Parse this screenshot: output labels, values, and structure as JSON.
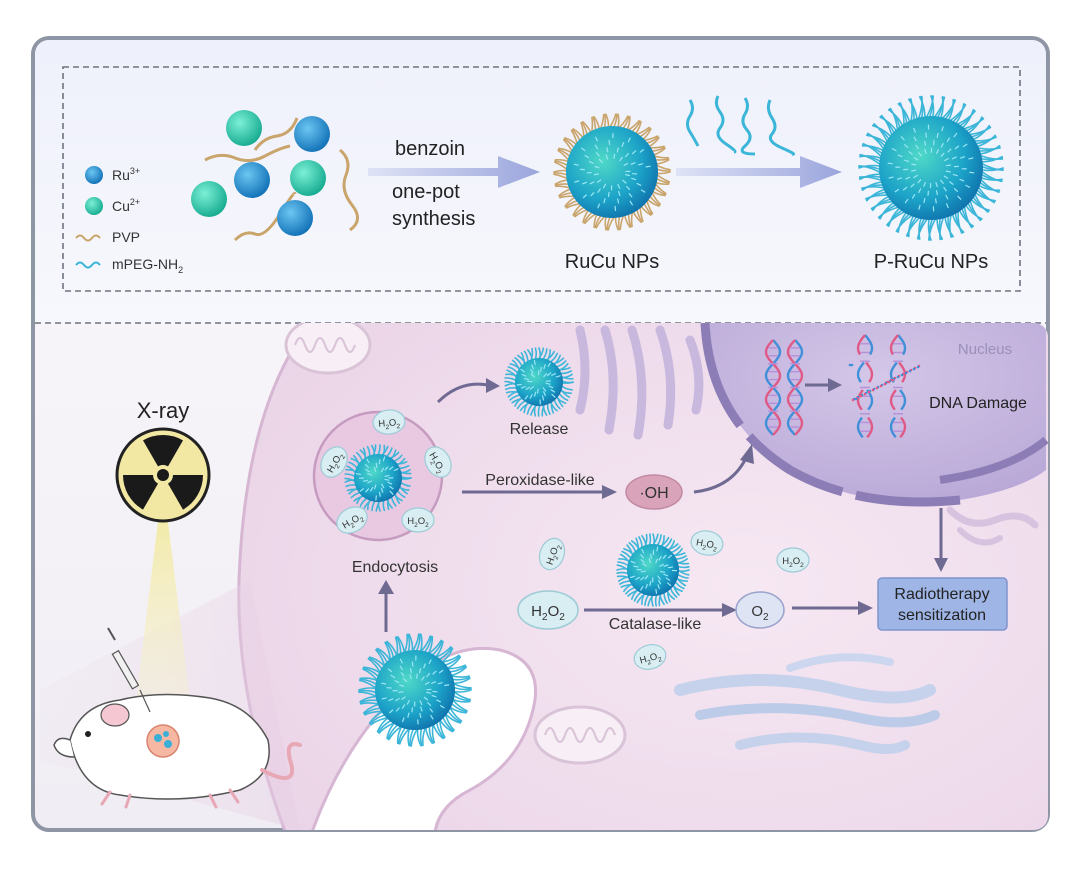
{
  "legend": {
    "ru": {
      "base": "Ru",
      "sup": "3+"
    },
    "cu": {
      "base": "Cu",
      "sup": "2+"
    },
    "pvp": "PVP",
    "mpeg": {
      "base": "mPEG-NH",
      "sub": "2"
    }
  },
  "synthesis": {
    "arrow_label_top": "benzoin",
    "arrow_label_bottom_1": "one-pot",
    "arrow_label_bottom_2": "synthesis",
    "product_1": "RuCu NPs",
    "product_2": "P-RuCu NPs"
  },
  "left": {
    "xray_label": "X-ray"
  },
  "cell": {
    "nucleus_label": "Nucleus",
    "dna_damage": "DNA Damage",
    "release": "Release",
    "endocytosis": "Endocytosis",
    "peroxidase": "Peroxidase-like",
    "oh": "·OH",
    "catalase": "Catalase-like",
    "h2o2": {
      "base": "H",
      "sub1": "2",
      "mid": "O",
      "sub2": "2"
    },
    "o2": {
      "base": "O",
      "sub": "2"
    },
    "radio_line1": "Radiotherapy",
    "radio_line2": "sensitization"
  },
  "colors": {
    "ru": "#1e8fd0",
    "cu": "#22c7a9",
    "pvp": "#c9a46b",
    "peg": "#3cb6d8",
    "arrow": "#a9b2e3",
    "cell": "#f3e2ef",
    "cell_edge": "#d6b6d3",
    "nucleus": "#c8b7de",
    "radio_box": "#9db3e4",
    "dark_arrow": "#6f6a92"
  }
}
